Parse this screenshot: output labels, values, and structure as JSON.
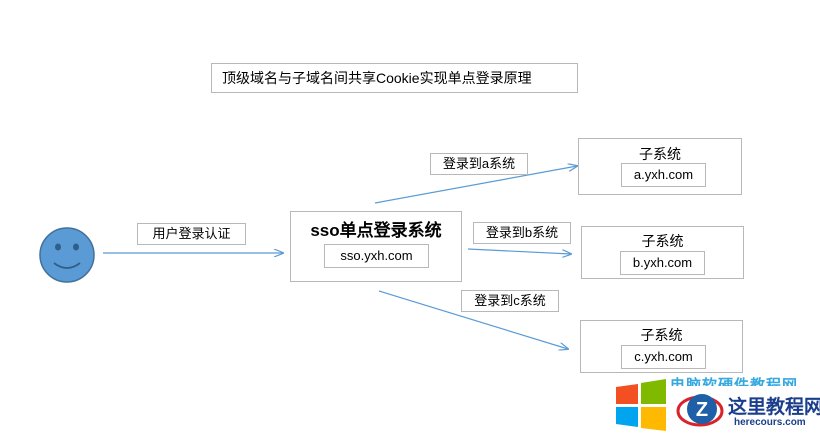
{
  "title": "顶级域名与子域名间共享Cookie实现单点登录原理",
  "user_label": "用户登录认证",
  "sso": {
    "title": "sso单点登录系统",
    "domain": "sso.yxh.com"
  },
  "systems": [
    {
      "title": "子系统",
      "domain": "a.yxh.com",
      "edge_label": "登录到a系统"
    },
    {
      "title": "子系统",
      "domain": "b.yxh.com",
      "edge_label": "登录到b系统"
    },
    {
      "title": "子系统",
      "domain": "c.yxh.com",
      "edge_label": "登录到c系统"
    }
  ],
  "watermark": {
    "top_text": "电脑软硬件教程网",
    "name": "这里教程网",
    "url": "herecours.com"
  },
  "colors": {
    "arrow": "#5b9bd5",
    "face": "#5b9bd5",
    "face_stroke": "#41719c",
    "border": "#b8b8b8"
  }
}
